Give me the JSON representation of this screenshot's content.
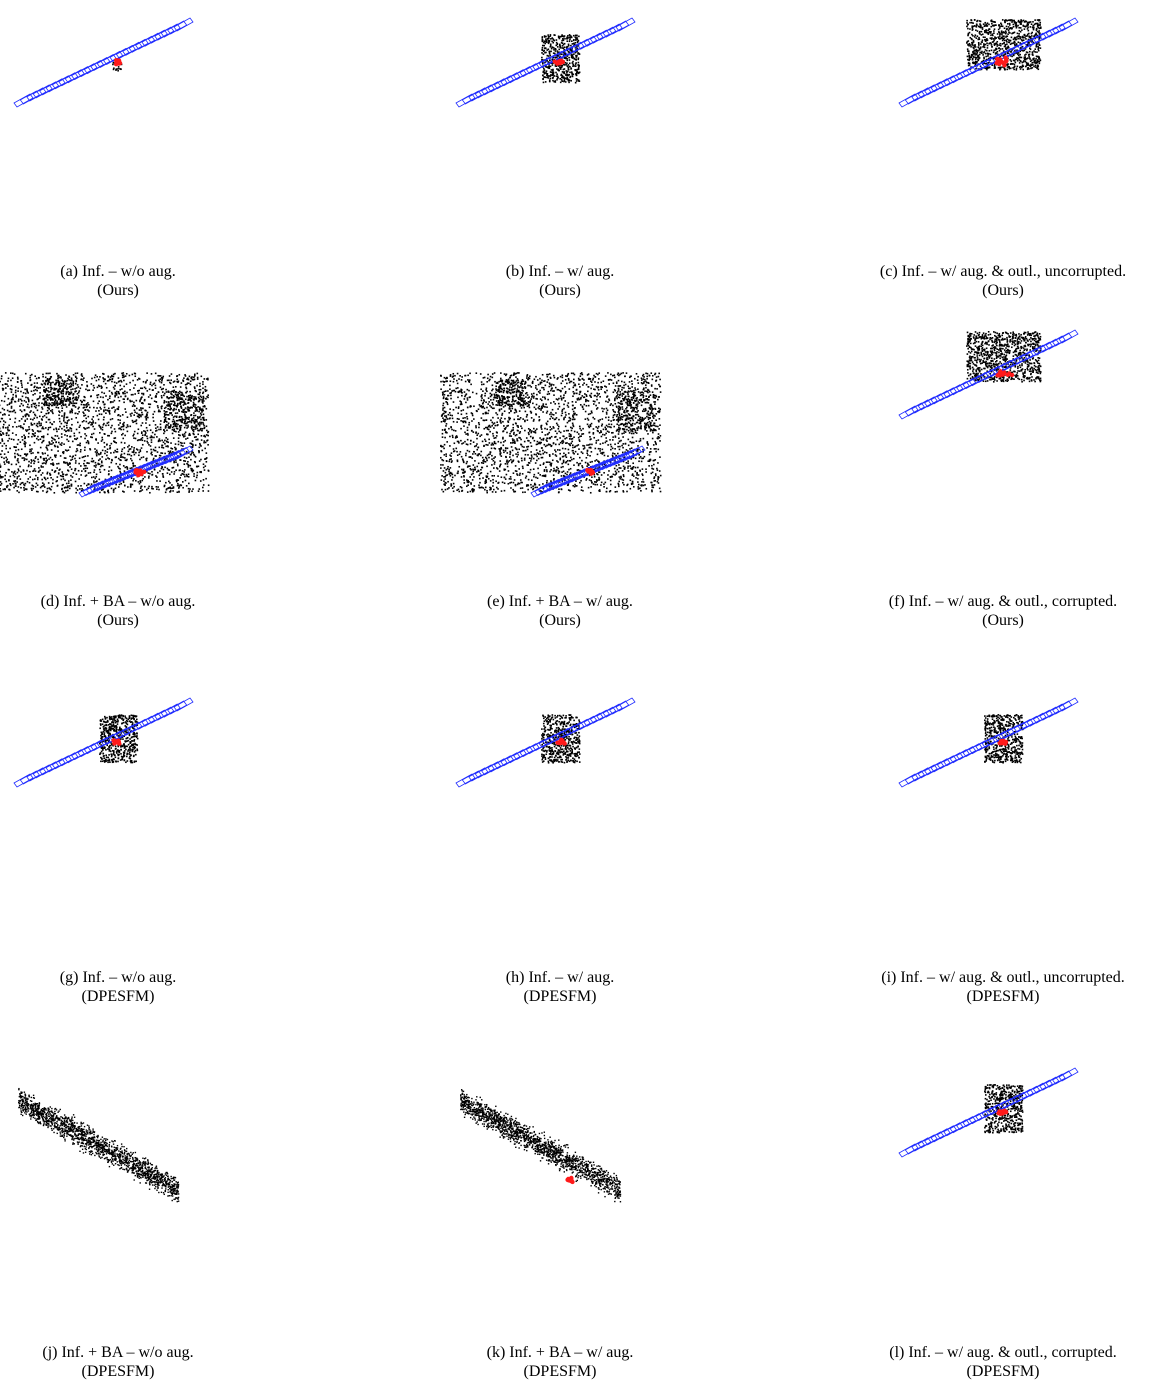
{
  "colors": {
    "camera": "#1f2bff",
    "camera_highlight": "#ff1a1a",
    "points": "#000000",
    "background": "#ffffff"
  },
  "panels": [
    {
      "id": "a",
      "caption": "(a) Inf. – w/o aug.",
      "method": "(Ours)",
      "scene": "clean",
      "cloud": "small"
    },
    {
      "id": "b",
      "caption": "(b) Inf. – w/ aug.",
      "method": "(Ours)",
      "scene": "clean",
      "cloud": "medium"
    },
    {
      "id": "c",
      "caption": "(c) Inf. – w/ aug. & outl., uncorrupted.",
      "method": "(Ours)",
      "scene": "clean",
      "cloud": "large"
    },
    {
      "id": "d",
      "caption": "(d) Inf. + BA – w/o aug.",
      "method": "(Ours)",
      "scene": "dense",
      "cloud": "dense"
    },
    {
      "id": "e",
      "caption": "(e) Inf. + BA – w/ aug.",
      "method": "(Ours)",
      "scene": "dense",
      "cloud": "dense"
    },
    {
      "id": "f",
      "caption": "(f) Inf. – w/ aug. & outl., corrupted.",
      "method": "(Ours)",
      "scene": "clean",
      "cloud": "large"
    },
    {
      "id": "g",
      "caption": "(g) Inf. – w/o aug.",
      "method": "(DPESFM)",
      "scene": "clean",
      "cloud": "medium"
    },
    {
      "id": "h",
      "caption": "(h) Inf. – w/ aug.",
      "method": "(DPESFM)",
      "scene": "clean",
      "cloud": "medium"
    },
    {
      "id": "i",
      "caption": "(i) Inf. – w/ aug. & outl., uncorrupted.",
      "method": "(DPESFM)",
      "scene": "clean",
      "cloud": "medium"
    },
    {
      "id": "j",
      "caption": "(j) Inf. + BA – w/o aug.",
      "method": "(DPESFM)",
      "scene": "collapsed",
      "cloud": "streak"
    },
    {
      "id": "k",
      "caption": "(k) Inf. + BA – w/ aug.",
      "method": "(DPESFM)",
      "scene": "collapsed",
      "cloud": "streak"
    },
    {
      "id": "l",
      "caption": "(l) Inf. – w/ aug. & outl., corrupted.",
      "method": "(DPESFM)",
      "scene": "clean",
      "cloud": "medium"
    }
  ]
}
